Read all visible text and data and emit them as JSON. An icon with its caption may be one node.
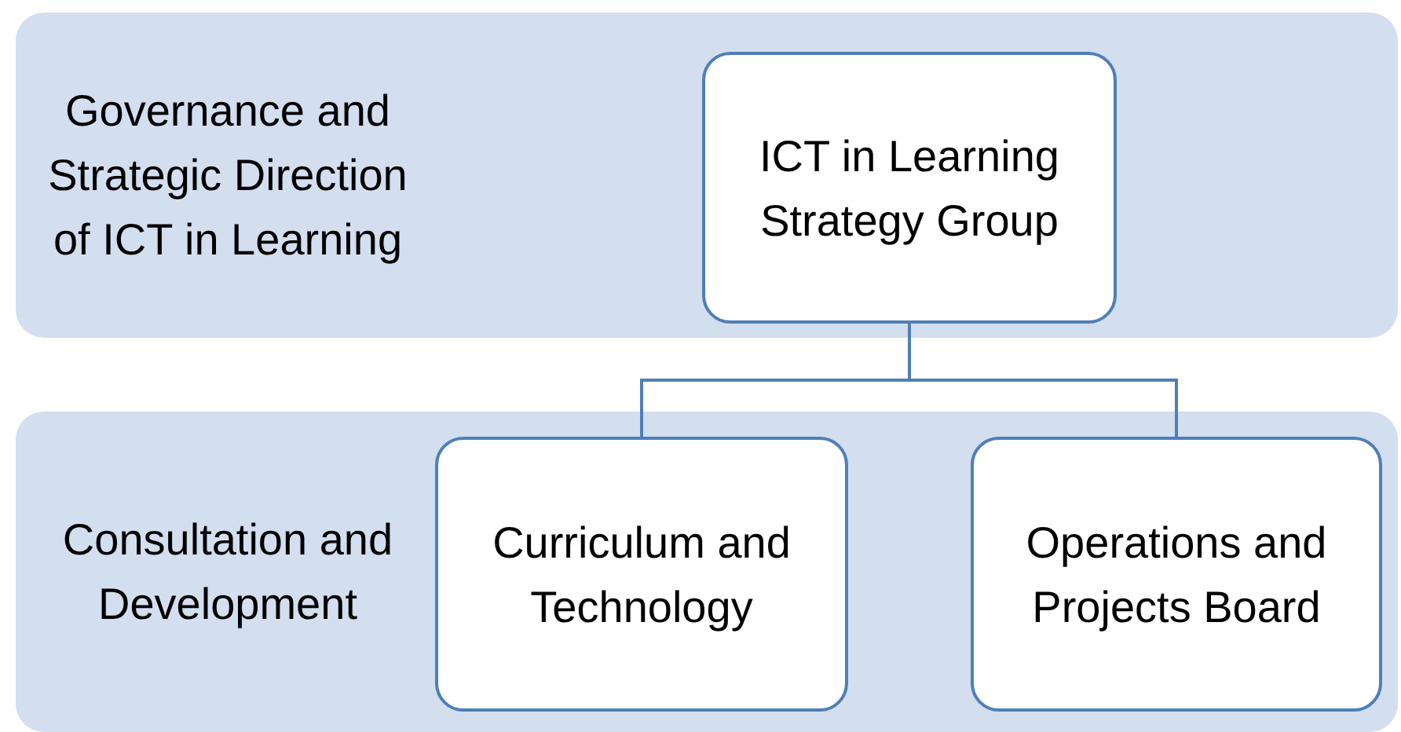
{
  "diagram": {
    "nodes": [
      {
        "text": [
          "Governance and Strategic Direction of ICT in Learning"
        ]
      },
      {
        "text": [
          "ICT in Learning Strategy Group"
        ],
        "in": 0
      },
      {
        "text": [
          "Consultation and Development"
        ]
      },
      {
        "text": [
          "Curriculum and Technology"
        ],
        "in": 2
      },
      {
        "text": [
          "Operations and Projects Board"
        ],
        "in": 2
      }
    ],
    "edges": [
      {
        "from": 1,
        "to": 3,
        "arrow": "none"
      },
      {
        "from": 1,
        "to": 4,
        "arrow": "none"
      }
    ]
  }
}
